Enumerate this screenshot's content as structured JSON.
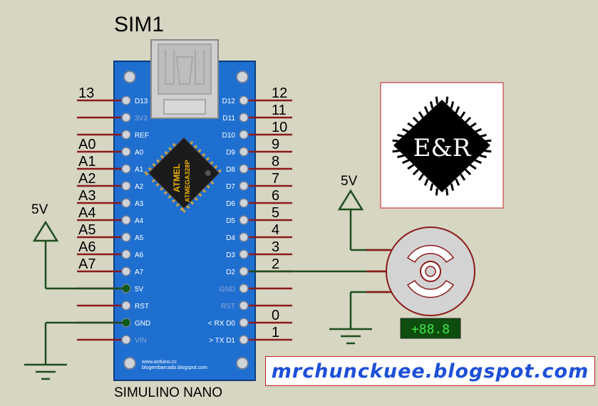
{
  "component_ref": "SIM1",
  "component_name": "SIMULINO NANO",
  "board": {
    "chip_brand": "ATMEL",
    "chip_model": "ATMEGA328P",
    "credit_line1": "www.arduino.cc",
    "credit_line2": "blogembarcado.blogspot.com"
  },
  "left_pins": [
    {
      "label": "D13",
      "net": "13",
      "dim": false
    },
    {
      "label": "3V3",
      "net": "",
      "dim": true
    },
    {
      "label": "REF",
      "net": "",
      "dim": false
    },
    {
      "label": "A0",
      "net": "A0",
      "dim": false
    },
    {
      "label": "A1",
      "net": "A1",
      "dim": false
    },
    {
      "label": "A2",
      "net": "A2",
      "dim": false
    },
    {
      "label": "A3",
      "net": "A3",
      "dim": false
    },
    {
      "label": "A4",
      "net": "A4",
      "dim": false
    },
    {
      "label": "A5",
      "net": "A5",
      "dim": false
    },
    {
      "label": "A6",
      "net": "A6",
      "dim": false
    },
    {
      "label": "A7",
      "net": "A7",
      "dim": false
    },
    {
      "label": "5V",
      "net": "",
      "dim": false
    },
    {
      "label": "RST",
      "net": "",
      "dim": false
    },
    {
      "label": "GND",
      "net": "",
      "dim": false
    },
    {
      "label": "VIN",
      "net": "",
      "dim": true
    }
  ],
  "right_pins": [
    {
      "label": "D12",
      "net": "12",
      "dim": false
    },
    {
      "label": "D11",
      "net": "11",
      "dim": false
    },
    {
      "label": "D10",
      "net": "10",
      "dim": false
    },
    {
      "label": "D9",
      "net": "9",
      "dim": false
    },
    {
      "label": "D8",
      "net": "8",
      "dim": false
    },
    {
      "label": "D7",
      "net": "7",
      "dim": false
    },
    {
      "label": "D6",
      "net": "6",
      "dim": false
    },
    {
      "label": "D5",
      "net": "5",
      "dim": false
    },
    {
      "label": "D4",
      "net": "4",
      "dim": false
    },
    {
      "label": "D3",
      "net": "3",
      "dim": false
    },
    {
      "label": "D2",
      "net": "2",
      "dim": false
    },
    {
      "label": "GND",
      "net": "",
      "dim": true
    },
    {
      "label": "RST",
      "net": "",
      "dim": true
    },
    {
      "label": "< RX D0",
      "net": "0",
      "dim": false
    },
    {
      "label": "> TX D1",
      "net": "1",
      "dim": false
    }
  ],
  "power_left_label": "5V",
  "power_servo_label": "5V",
  "servo_display": "+88.8",
  "logo_text": "E&R",
  "blog_banner": "mrchunckuee.blogspot.com",
  "colors": {
    "background": "#d6d6c2",
    "board": "#1f6fd0",
    "wire": "#8b1a1a",
    "net": "#1e4d1e",
    "display_bg": "#0d4d0d",
    "display_fg": "#41e24a",
    "banner_text": "#1d4fd8"
  }
}
